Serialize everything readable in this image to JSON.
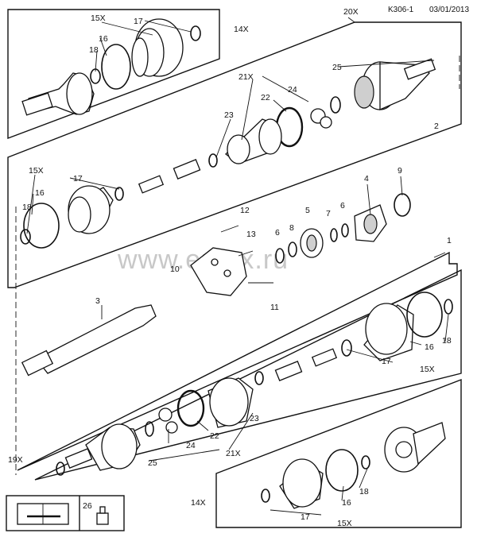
{
  "header": {
    "code": "K306-1",
    "date": "03/01/2013"
  },
  "watermark": "www.emex.ru",
  "labels": {
    "l1": "1",
    "l2": "2",
    "l3": "3",
    "l4": "4",
    "l5": "5",
    "l6": "6",
    "l7": "7",
    "l8": "8",
    "l9": "9",
    "l10": "10",
    "l11": "11",
    "l12": "12",
    "l13": "13",
    "l14x": "14X",
    "l15x": "15X",
    "l16": "16",
    "l17": "17",
    "l18": "18",
    "l19x": "19X",
    "l20x": "20X",
    "l21x": "21X",
    "l22": "22",
    "l23": "23",
    "l24": "24",
    "l25": "25",
    "l26": "26"
  }
}
